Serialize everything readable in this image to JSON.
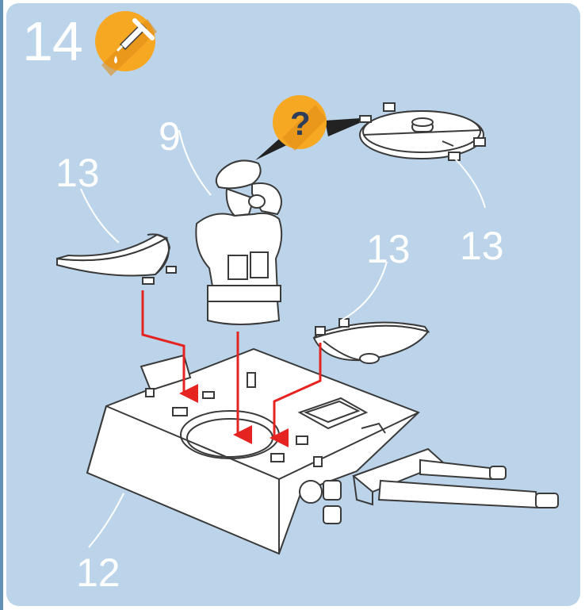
{
  "step": {
    "number": "14"
  },
  "icons": {
    "glue": "glue-icon",
    "optional": "question-mark-icon"
  },
  "optional_marker": "?",
  "parts": {
    "hatch_left": "13",
    "figure": "9",
    "hatch_closed": "13",
    "hatch_right": "13",
    "turret": "12"
  },
  "colors": {
    "panel": "#bcd4ea",
    "badge": "#f7a823",
    "arrow": "#e52421",
    "line_art": "#3a3a3a",
    "label": "#ffffff"
  }
}
